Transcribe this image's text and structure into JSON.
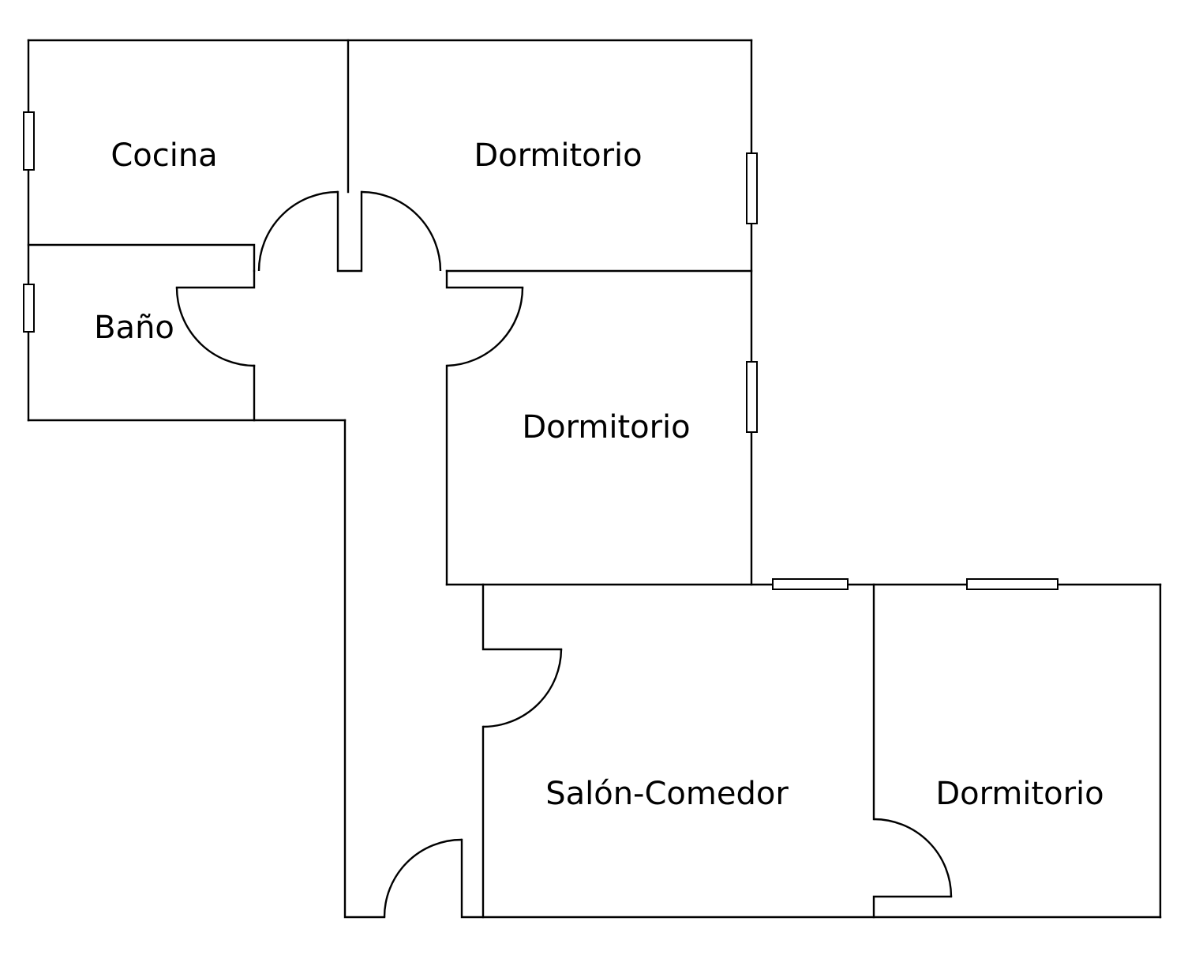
{
  "colors": {
    "background": "#ffffff",
    "lines": "#000000"
  },
  "rooms": [
    {
      "name": "Cocina"
    },
    {
      "name": "Dormitorio"
    },
    {
      "name": "Baño"
    },
    {
      "name": "Dormitorio"
    },
    {
      "name": "Salón-Comedor"
    },
    {
      "name": "Dormitorio"
    }
  ]
}
